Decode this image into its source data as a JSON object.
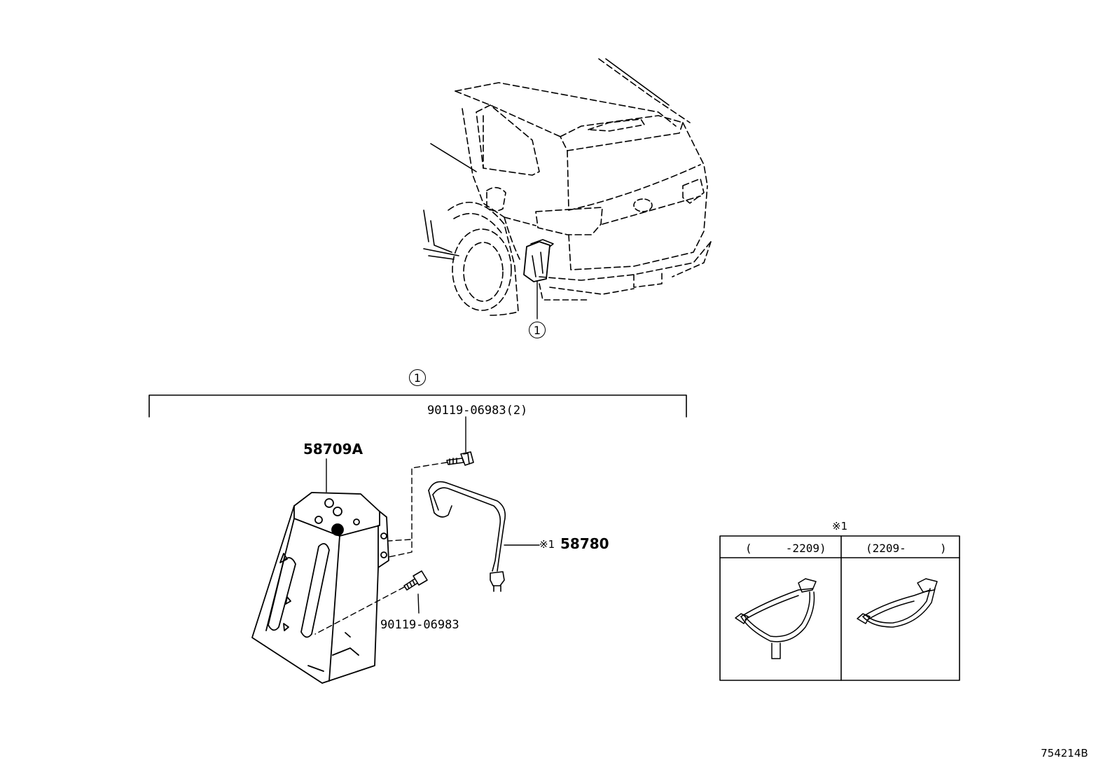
{
  "callout_number": "1",
  "bracket_callout_number": "1",
  "parts": {
    "bracket": "58709A",
    "bolt_top": "90119-06983(2)",
    "bolt_bottom": "90119-06983",
    "harness_note_mark": "※1",
    "harness": "58780"
  },
  "inset": {
    "note_mark": "※1",
    "left_header": "(     -2209)",
    "right_header": "(2209-     )"
  },
  "reference_code": "754214B"
}
